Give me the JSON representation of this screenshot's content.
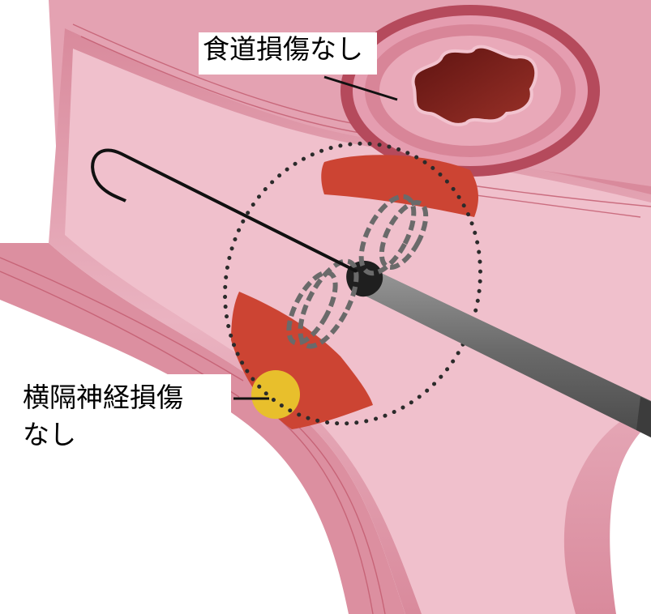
{
  "labels": {
    "esophagus": "食道損傷なし",
    "phrenic_line1": "横隔神経損傷",
    "phrenic_line2": "なし"
  },
  "colors": {
    "tissue_pink": "#e8a8b8",
    "vessel_wall": "#d27f8f",
    "ablation_red": "#cc4433",
    "esophagus_lumen": "#7a1f1a",
    "phrenic_nerve": "#e8bf2c",
    "catheter_gray": "#6e6e6e",
    "balloon_dots": "#2b2b2b"
  },
  "icons": [
    "catheter",
    "guidewire",
    "ring-electrode",
    "esophagus-cross-section",
    "phrenic-nerve"
  ]
}
